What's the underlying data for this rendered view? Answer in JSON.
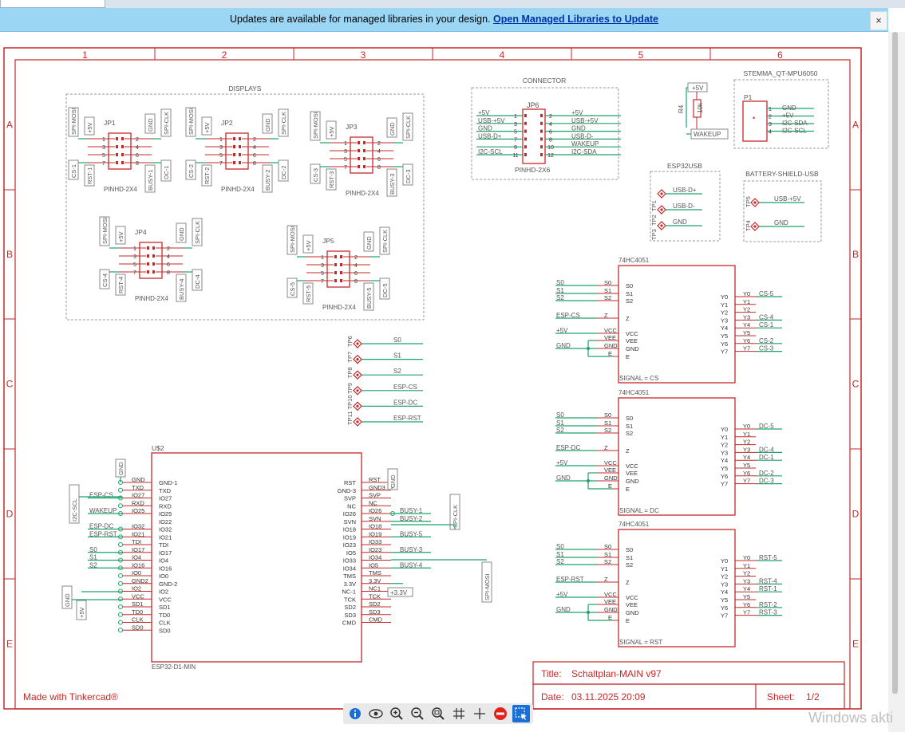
{
  "banner": {
    "message": "Updates are available for managed libraries in your design.",
    "link_text": "Open Managed Libraries to Update",
    "close_glyph": "×"
  },
  "frame": {
    "columns": [
      "1",
      "2",
      "3",
      "4",
      "5",
      "6"
    ],
    "rows": [
      "A",
      "B",
      "C",
      "D",
      "E"
    ],
    "made_with": "Made with Tinkercad®"
  },
  "title_block": {
    "title_label": "Title:",
    "title_value": "Schaltplan-MAIN v97",
    "date_label": "Date:",
    "date_value": "03.11.2025 20:09",
    "sheet_label": "Sheet:",
    "sheet_value": "1/2"
  },
  "schematic": {
    "displays": {
      "group_label": "DISPLAYS",
      "headers": [
        "JP1",
        "JP2",
        "JP3",
        "JP4",
        "JP5"
      ],
      "part": "PINHD-2X4",
      "pins": [
        "1",
        "2",
        "3",
        "4",
        "5",
        "6",
        "7",
        "8"
      ],
      "top_left": [
        "SPI-MOSI",
        "+5V"
      ],
      "top_right": [
        "GND",
        "SPI-CLK"
      ],
      "bottoms": [
        [
          "CS-1",
          "RST-1",
          "BUSY-1",
          "DC-1"
        ],
        [
          "CS-2",
          "RST-2",
          "BUSY-2",
          "DC-2"
        ],
        [
          "CS-3",
          "RST-3",
          "BUSY-3",
          "DC-3"
        ],
        [
          "CS-4",
          "RST-4",
          "BUSY-4",
          "DC-4"
        ],
        [
          "CS-5",
          "RST-5",
          "BUSY-5",
          "DC-5"
        ]
      ]
    },
    "connector": {
      "group_label": "CONNECTOR",
      "ref": "JP6",
      "part": "PINHD-2X6",
      "left_nets": [
        "+5V",
        "USB-+5V",
        "GND",
        "USB-D+",
        "",
        "I2C-SCL"
      ],
      "left_pins": [
        "1",
        "3",
        "5",
        "7",
        "9",
        "11"
      ],
      "right_pins": [
        "2",
        "4",
        "6",
        "8",
        "10",
        "12"
      ],
      "right_nets": [
        "+5V",
        "USB-+5V",
        "GND",
        "USB-D-",
        "WAKEUP",
        "I2C-SDA"
      ]
    },
    "resistor": {
      "ref": "R4",
      "value": "10k",
      "top_net": "+5V",
      "bottom_net": "WAKEUP"
    },
    "stemma": {
      "group_label": "STEMMA_QT-MPU6050",
      "ref": "P1",
      "pins": [
        "1",
        "2",
        "3",
        "4"
      ],
      "nets": [
        "GND",
        "+5V",
        "I2C-SDA",
        "I2C-SCL"
      ]
    },
    "esp32usb": {
      "group_label": "ESP32USB",
      "tps": [
        "TP1",
        "TP2",
        "TP3"
      ],
      "nets": [
        "USB-D+",
        "USB-D-",
        "GND"
      ]
    },
    "battery": {
      "group_label": "BATTERY-SHIELD-USB",
      "tps": [
        "TP5",
        "TP4"
      ],
      "nets": [
        "USB-+5V",
        "GND"
      ]
    },
    "testpoints": {
      "tps": [
        "TP6",
        "TP7",
        "TP8",
        "TP9",
        "TP10",
        "TP11"
      ],
      "nets": [
        "S0",
        "S1",
        "S2",
        "ESP-CS",
        "ESP-DC",
        "ESP-RST"
      ]
    },
    "muxes": [
      {
        "part": "74HC4051",
        "signal": "SIGNAL = CS",
        "in_nets": [
          "S0",
          "S1",
          "S2",
          "ESP-CS",
          "+5V",
          "",
          "GND"
        ],
        "out_nets": [
          "CS-5",
          "",
          "",
          "CS-4",
          "CS-1",
          "",
          "CS-2",
          "CS-3"
        ]
      },
      {
        "part": "74HC4051",
        "signal": "SIGNAL = DC",
        "in_nets": [
          "S0",
          "S1",
          "S2",
          "ESP-DC",
          "+5V",
          "",
          "GND"
        ],
        "out_nets": [
          "DC-5",
          "",
          "",
          "DC-4",
          "DC-1",
          "",
          "DC-2",
          "DC-3"
        ]
      },
      {
        "part": "74HC4051",
        "signal": "SIGNAL = RST",
        "in_nets": [
          "S0",
          "S1",
          "S2",
          "ESP-RST",
          "+5V",
          "",
          "GND"
        ],
        "out_nets": [
          "RST-5",
          "",
          "",
          "RST-4",
          "RST-1",
          "",
          "RST-2",
          "RST-3"
        ]
      }
    ],
    "mux_in_pins": [
      "S0",
      "S1",
      "S2",
      "Z",
      "VCC",
      "VEE",
      "GND"
    ],
    "mux_in_inner": [
      "S0",
      "S1",
      "S2",
      "Z",
      "VCC",
      "VEE",
      "GND",
      "E"
    ],
    "mux_out_pins": [
      "Y0",
      "Y1",
      "Y2",
      "Y3",
      "Y4",
      "Y5",
      "Y6",
      "Y7"
    ],
    "esp": {
      "ref": "U$2",
      "part": "ESP32-D1-MIN",
      "left_pins": [
        "GND",
        "TXD",
        "IO27",
        "RXD",
        "IO25",
        "IO32",
        "IO21",
        "TDI",
        "IO17",
        "IO4",
        "IO16",
        "IO0",
        "GND2",
        "IO2",
        "VCC",
        "SD1",
        "TD0",
        "CLK",
        "SD0"
      ],
      "left_inner": [
        "GND-1",
        "TXD",
        "IO27",
        "RXD",
        "IO25",
        "IO22",
        "IO32",
        "IO21",
        "TDI",
        "IO17",
        "IO4",
        "IO16",
        "IO0",
        "GND-2",
        "IO2",
        "VCC",
        "SD1",
        "TD0",
        "CLK",
        "SD0"
      ],
      "right_inner": [
        "RST",
        "GND-3",
        "SVP",
        "NC",
        "IO26",
        "SVN",
        "IO18",
        "IO19",
        "IO23",
        "IO5",
        "IO33",
        "IO34",
        "TMS",
        "3.3V",
        "NC-1",
        "TCK",
        "SD2",
        "SD3",
        "CMD"
      ],
      "right_pins": [
        "RST",
        "GND3",
        "SVP",
        "NC",
        "IO26",
        "SVN",
        "IO18",
        "IO19",
        "IO33",
        "IO23",
        "IO34",
        "IO5",
        "TMS",
        "3.3V",
        "NC1",
        "TCK",
        "SD2",
        "SD3",
        "CMD"
      ],
      "left_nets": [
        "I2C-SCL",
        "ESP-CS",
        "WAKEUP",
        "ESP-DC",
        "ESP-RST",
        "S0",
        "S1",
        "S2"
      ],
      "right_nets": [
        "BUSY-1",
        "BUSY-2",
        "BUSY-5",
        "BUSY-3",
        "BUSY-4",
        "+3.3V",
        "SPI-CLK",
        "SPI-MOSI",
        "GND",
        "+5V"
      ]
    }
  },
  "toolbar": {
    "icons": [
      "info-icon",
      "eye-icon",
      "zoom-in-icon",
      "zoom-out-icon",
      "zoom-fit-icon",
      "grid-icon",
      "crosshair-icon",
      "stop-icon",
      "select-icon"
    ]
  },
  "os_watermark": "Windows akti",
  "colors": {
    "frame": "#c62828",
    "net": "#1aa36b",
    "label": "#555555",
    "banner": "#9cd6f5"
  }
}
